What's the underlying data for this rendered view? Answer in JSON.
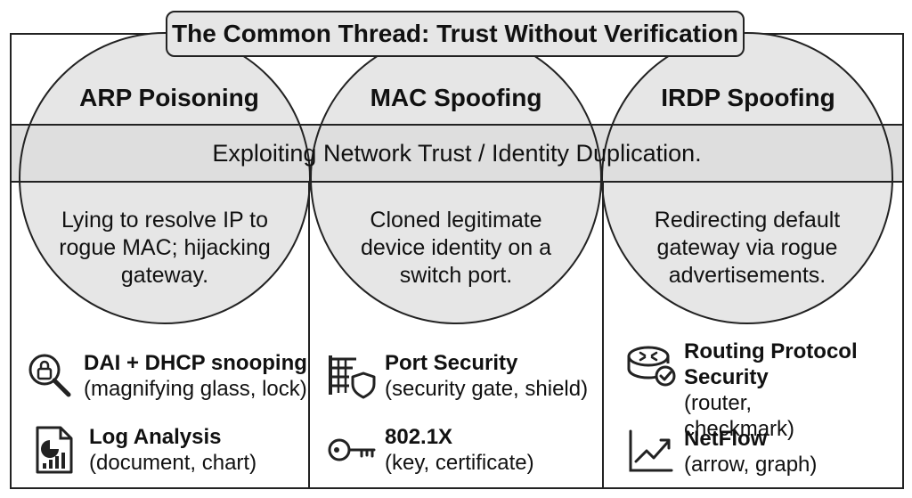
{
  "title": "The Common Thread: Trust Without Verification",
  "band": "Exploiting Network Trust / Identity Duplication.",
  "columns": [
    {
      "title": "ARP Poisoning",
      "description": "Lying to resolve IP to rogue MAC; hijacking gateway.",
      "mitigations": [
        {
          "name": "DAI + DHCP snooping",
          "detail": "(magnifying glass, lock)",
          "icon": "magnifier-lock-icon"
        },
        {
          "name": "Log Analysis",
          "detail": "(document, chart)",
          "icon": "document-chart-icon"
        }
      ]
    },
    {
      "title": "MAC Spoofing",
      "description": "Cloned legitimate device identity on a switch port.",
      "mitigations": [
        {
          "name": "Port Security",
          "detail": "(security gate, shield)",
          "icon": "gate-shield-icon"
        },
        {
          "name": "802.1X",
          "detail": "(key, certificate)",
          "icon": "key-icon"
        }
      ]
    },
    {
      "title": "IRDP Spoofing",
      "description": "Redirecting default gateway via rogue advertisements.",
      "mitigations": [
        {
          "name": "Routing Protocol Security",
          "detail": "(router, checkmark)",
          "icon": "router-check-icon"
        },
        {
          "name": "NetFlow",
          "detail": "(arrow, graph)",
          "icon": "trend-graph-icon"
        }
      ]
    }
  ],
  "colors": {
    "fill": "#e6e6e6",
    "overlap": "#d4d4d4",
    "stroke": "#222222"
  }
}
